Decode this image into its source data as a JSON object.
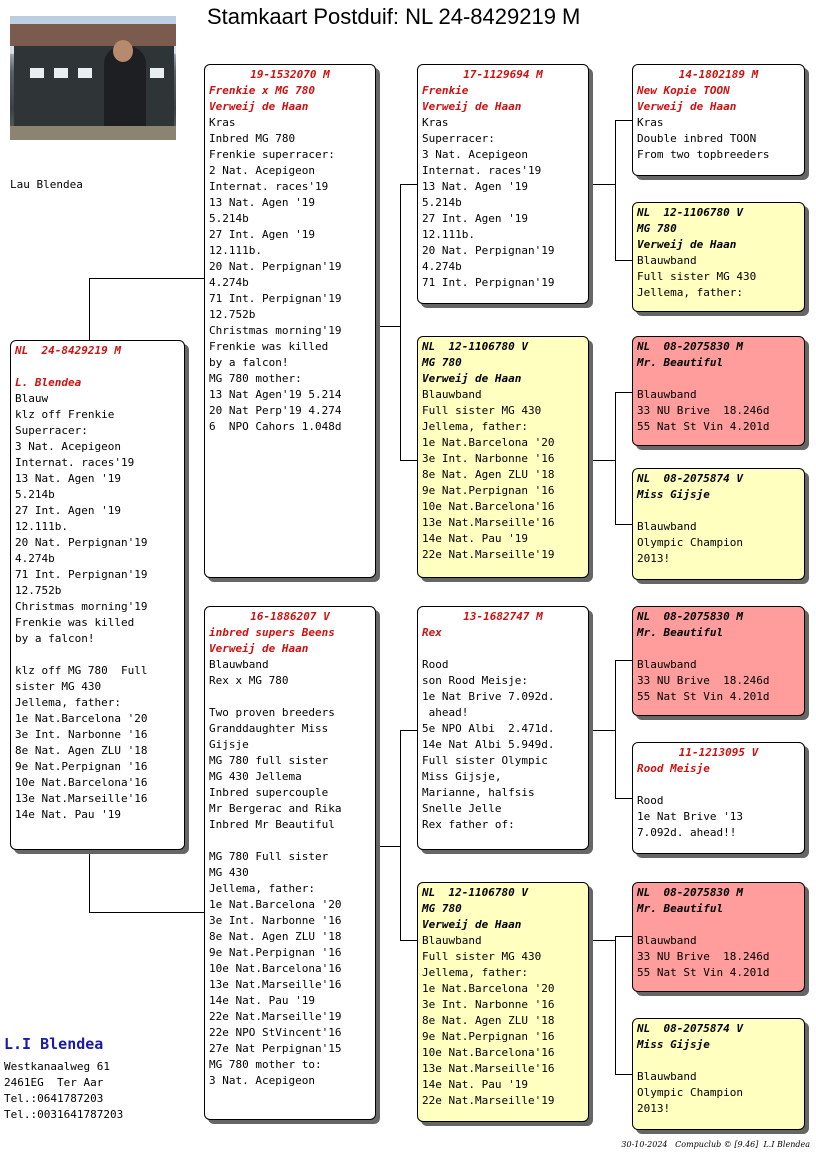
{
  "title": "Stamkaart Postduif: NL  24-8429219 M",
  "owner_small": "Lau Blendea",
  "photo_alt": "Breeder at loft",
  "subject": {
    "ring": "NL  24-8429219 M",
    "lines": [
      "",
      "L. Blendea",
      "Blauw",
      "klz off Frenkie",
      "Superracer:",
      "3 Nat. Acepigeon",
      "Internat. races'19",
      "13 Nat. Agen '19",
      "5.214b",
      "27 Int. Agen '19",
      "12.111b.",
      "20 Nat. Perpignan'19",
      "4.274b",
      "71 Int. Perpignan'19",
      "12.752b",
      "Christmas morning'19",
      "Frenkie was killed",
      "by a falcon!",
      "",
      "klz off MG 780  Full",
      "sister MG 430",
      "Jellema, father:",
      "1e Nat.Barcelona '20",
      "3e Int. Narbonne '16",
      "8e Nat. Agen ZLU '18",
      "9e Nat.Perpignan '16",
      "10e Nat.Barcelona'16",
      "13e Nat.Marseille'16",
      "14e Nat. Pau '19"
    ]
  },
  "father": {
    "ring": "19-1532070 M",
    "name": "Frenkie x MG 780",
    "breeder": "Verweij de Haan",
    "lines": [
      "Kras",
      "Inbred MG 780",
      "Frenkie superracer:",
      "2 Nat. Acepigeon",
      "Internat. races'19",
      "13 Nat. Agen '19",
      "5.214b",
      "27 Int. Agen '19",
      "12.111b.",
      "20 Nat. Perpignan'19",
      "4.274b",
      "71 Int. Perpignan'19",
      "12.752b",
      "Christmas morning'19",
      "Frenkie was killed",
      "by a falcon!",
      "MG 780 mother:",
      "13 Nat Agen'19 5.214",
      "20 Nat Perp'19 4.274",
      "6  NPO Cahors 1.048d"
    ]
  },
  "mother": {
    "ring": "16-1886207 V",
    "name": "inbred supers Beens",
    "breeder": "Verweij de Haan",
    "lines": [
      "Blauwband",
      "Rex x MG 780",
      "",
      "Two proven breeders",
      "Granddaughter Miss",
      "Gijsje",
      "MG 780 full sister",
      "MG 430 Jellema",
      "Inbred supercouple",
      "Mr Bergerac and Rika",
      "Inbred Mr Beautiful",
      "",
      "MG 780 Full sister",
      "MG 430",
      "Jellema, father:",
      "1e Nat.Barcelona '20",
      "3e Int. Narbonne '16",
      "8e Nat. Agen ZLU '18",
      "9e Nat.Perpignan '16",
      "10e Nat.Barcelona'16",
      "13e Nat.Marseille'16",
      "14e Nat. Pau '19",
      "22e Nat.Marseille'19",
      "22e NPO StVincent'16",
      "27e Nat Perpignan'15",
      "MG 780 mother to:",
      "3 Nat. Acepigeon"
    ]
  },
  "ff": {
    "ring": "17-1129694 M",
    "name": "Frenkie",
    "breeder": "Verweij de Haan",
    "lines": [
      "Kras",
      "Superracer:",
      "3 Nat. Acepigeon",
      "Internat. races'19",
      "13 Nat. Agen '19",
      "5.214b",
      "27 Int. Agen '19",
      "12.111b.",
      "20 Nat. Perpignan'19",
      "4.274b",
      "71 Int. Perpignan'19"
    ]
  },
  "fm": {
    "ring": "NL  12-1106780 V",
    "name": "MG 780",
    "breeder": "Verweij de Haan",
    "lines": [
      "Blauwband",
      "Full sister MG 430",
      "Jellema, father:",
      "1e Nat.Barcelona '20",
      "3e Int. Narbonne '16",
      "8e Nat. Agen ZLU '18",
      "9e Nat.Perpignan '16",
      "10e Nat.Barcelona'16",
      "13e Nat.Marseille'16",
      "14e Nat. Pau '19",
      "22e Nat.Marseille'19"
    ]
  },
  "mf": {
    "ring": "13-1682747 M",
    "name": "Rex",
    "breeder": "",
    "lines": [
      "Rood",
      "son Rood Meisje:",
      "1e Nat Brive 7.092d.",
      " ahead!",
      "5e NPO Albi  2.471d.",
      "14e Nat Albi 5.949d.",
      "Full sister Olympic",
      "Miss Gijsje,",
      "Marianne, halfsis",
      "Snelle Jelle",
      "Rex father of:"
    ]
  },
  "mm": {
    "ring": "NL  12-1106780 V",
    "name": "MG 780",
    "breeder": "Verweij de Haan",
    "lines": [
      "Blauwband",
      "Full sister MG 430",
      "Jellema, father:",
      "1e Nat.Barcelona '20",
      "3e Int. Narbonne '16",
      "8e Nat. Agen ZLU '18",
      "9e Nat.Perpignan '16",
      "10e Nat.Barcelona'16",
      "13e Nat.Marseille'16",
      "14e Nat. Pau '19",
      "22e Nat.Marseille'19"
    ]
  },
  "fff": {
    "ring": "14-1802189 M",
    "name": "New Kopie TOON",
    "breeder": "Verweij de Haan",
    "lines": [
      "Kras",
      "Double inbred TOON",
      "From two topbreeders"
    ]
  },
  "ffm": {
    "ring": "NL  12-1106780 V",
    "name": "MG 780",
    "breeder": "Verweij de Haan",
    "lines": [
      "Blauwband",
      "Full sister MG 430",
      "Jellema, father:"
    ]
  },
  "fmf": {
    "ring": "NL  08-2075830 M",
    "name": "Mr. Beautiful",
    "lines": [
      "",
      "Blauwband",
      "33 NU Brive  18.246d",
      "55 Nat St Vin 4.201d"
    ]
  },
  "fmm": {
    "ring": "NL  08-2075874 V",
    "name": "Miss Gijsje",
    "lines": [
      "",
      "Blauwband",
      "Olympic Champion",
      "2013!"
    ]
  },
  "mff": {
    "ring": "NL  08-2075830 M",
    "name": "Mr. Beautiful",
    "lines": [
      "",
      "Blauwband",
      "33 NU Brive  18.246d",
      "55 Nat St Vin 4.201d"
    ]
  },
  "mfm": {
    "ring": "11-1213095 V",
    "name": "Rood Meisje",
    "lines": [
      "",
      "Rood",
      "1e Nat Brive '13",
      "7.092d. ahead!!"
    ]
  },
  "mmf": {
    "ring": "NL  08-2075830 M",
    "name": "Mr. Beautiful",
    "lines": [
      "",
      "Blauwband",
      "33 NU Brive  18.246d",
      "55 Nat St Vin 4.201d"
    ]
  },
  "mmm": {
    "ring": "NL  08-2075874 V",
    "name": "Miss Gijsje",
    "lines": [
      "",
      "Blauwband",
      "Olympic Champion",
      "2013!"
    ]
  },
  "footer": {
    "name": "L.I Blendea",
    "address": "Westkanaalweg 61",
    "city": "2461EG  Ter Aar",
    "tel1": "Tel.:0641787203",
    "tel2": "Tel.:0031641787203",
    "stamp": "30-10-2024   Compuclub © [9.46]  L.I Blendea"
  }
}
